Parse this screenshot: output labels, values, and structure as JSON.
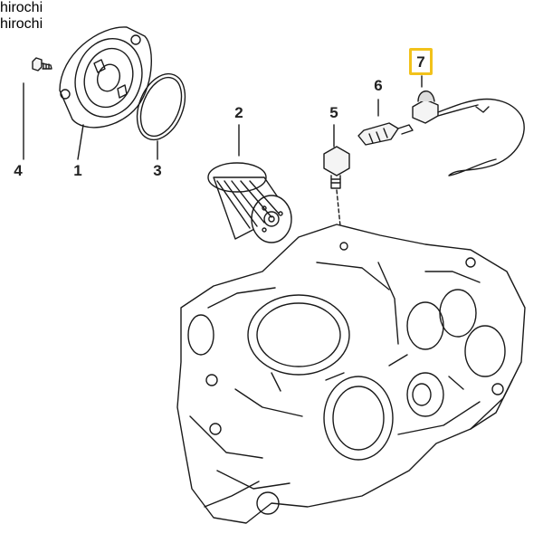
{
  "callouts": {
    "part_1": "1",
    "part_2": "2",
    "part_3": "3",
    "part_4": "4",
    "part_5": "5",
    "part_6": "6",
    "part_7": "7"
  },
  "watermark": "hirochi",
  "colors": {
    "highlight_border": "#f2c21b",
    "line_art": "#1a1a1a",
    "background": "#ffffff"
  }
}
